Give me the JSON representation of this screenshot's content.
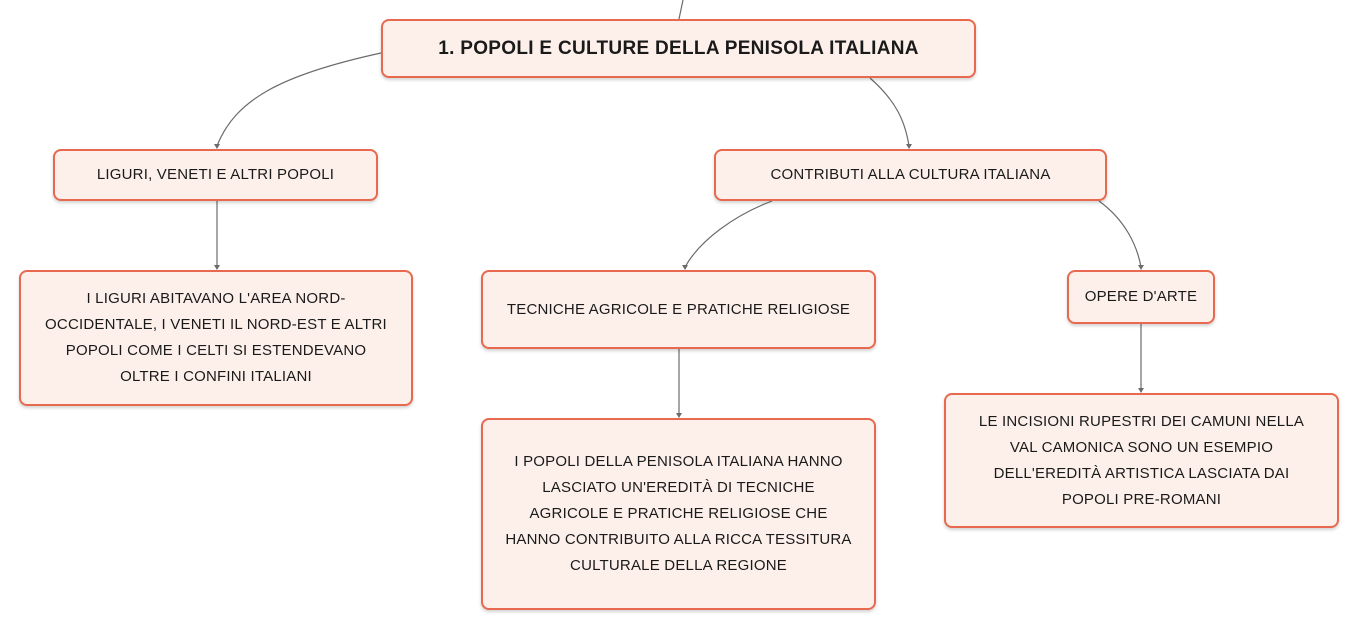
{
  "mindmap": {
    "root": {
      "label": "1. POPOLI E CULTURE DELLA PENISOLA ITALIANA"
    },
    "branch_liguri": {
      "label": "LIGURI, VENETI E ALTRI POPOLI",
      "detail": "I LIGURI ABITAVANO L'AREA NORD-OCCIDENTALE, I VENETI IL NORD-EST E ALTRI POPOLI COME I CELTI SI ESTENDEVANO OLTRE I CONFINI ITALIANI"
    },
    "branch_contributi": {
      "label": "CONTRIBUTI ALLA CULTURA ITALIANA",
      "tecniche": {
        "label": "TECNICHE AGRICOLE E PRATICHE RELIGIOSE",
        "detail": "I POPOLI DELLA PENISOLA ITALIANA HANNO LASCIATO UN'EREDITÀ DI TECNICHE AGRICOLE E PRATICHE RELIGIOSE CHE HANNO CONTRIBUITO ALLA RICCA TESSITURA CULTURALE DELLA REGIONE"
      },
      "arte": {
        "label": "OPERE D'ARTE",
        "detail": "LE INCISIONI RUPESTRI DEI CAMUNI NELLA VAL CAMONICA SONO UN ESEMPIO DELL'EREDITÀ ARTISTICA LASCIATA DAI POPOLI PRE-ROMANI"
      }
    }
  },
  "colors": {
    "node_border": "#e8694f",
    "node_fill": "#fdf0ea",
    "connector": "#6b6b6b"
  }
}
